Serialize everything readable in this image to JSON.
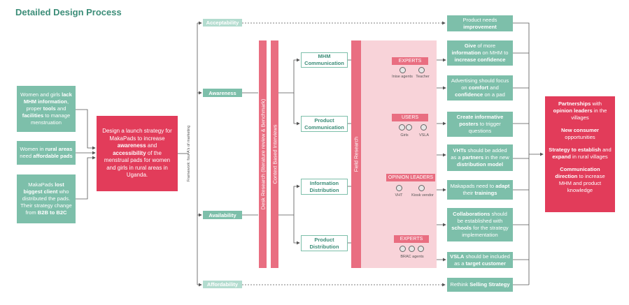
{
  "title": "Detailed Design Process",
  "problems": [
    {
      "parts": [
        {
          "t": "Women and girls ",
          "b": false
        },
        {
          "t": "lack MHM information",
          "b": true
        },
        {
          "t": ", proper ",
          "b": false
        },
        {
          "t": "tools",
          "b": true
        },
        {
          "t": " and ",
          "b": false
        },
        {
          "t": "facilities",
          "b": true
        },
        {
          "t": " to manage menstruation",
          "b": false
        }
      ]
    },
    {
      "parts": [
        {
          "t": "Women in ",
          "b": false
        },
        {
          "t": "rural areas",
          "b": true
        },
        {
          "t": " need ",
          "b": false
        },
        {
          "t": "affordable pads",
          "b": true
        }
      ]
    },
    {
      "parts": [
        {
          "t": "MakaPads ",
          "b": false
        },
        {
          "t": "lost biggest client",
          "b": true
        },
        {
          "t": " who distributed the pads. Their strategy change from ",
          "b": false
        },
        {
          "t": "B2B to B2C",
          "b": true
        }
      ]
    }
  ],
  "goal": {
    "parts": [
      {
        "t": "Design a launch strategy for MakaPads to increase ",
        "b": false
      },
      {
        "t": "awareness",
        "b": true
      },
      {
        "t": " and ",
        "b": false
      },
      {
        "t": "accessibility",
        "b": true
      },
      {
        "t": " of the menstrual pads for women and girls in rural areas in Uganda.",
        "b": false
      }
    ]
  },
  "framework_label": "Framework: four A's of marketing",
  "as": {
    "acceptability": "Acceptability",
    "awareness": "Awareness",
    "availability": "Availability",
    "affordability": "Affordability"
  },
  "bars": {
    "desk": "Desk Research (literature review & Benchmark)",
    "context": "Context Based Interviews",
    "field": "Field Research"
  },
  "topics": {
    "mhm": "MHM Communication",
    "product_comm": "Product Communication",
    "info_dist": "Information Distribution",
    "product_dist": "Product Distribution"
  },
  "participants": [
    {
      "label": "EXPERTS",
      "people": [
        "Inise agents",
        "Teacher"
      ]
    },
    {
      "label": "USERS",
      "people": [
        "Girls",
        "VSLA"
      ]
    },
    {
      "label": "OPINION LEADERS",
      "people": [
        "VHT",
        "Kiosk vendor"
      ]
    },
    {
      "label": "EXPERTS",
      "people": [
        "BRAC agents"
      ]
    }
  ],
  "insights": [
    {
      "parts": [
        {
          "t": "Product needs ",
          "b": false
        },
        {
          "t": "improvement",
          "b": true
        }
      ]
    },
    {
      "parts": [
        {
          "t": "Give",
          "b": true
        },
        {
          "t": " of more ",
          "b": false
        },
        {
          "t": "information",
          "b": true
        },
        {
          "t": " on MHM to ",
          "b": false
        },
        {
          "t": "increase confidence",
          "b": true
        }
      ]
    },
    {
      "parts": [
        {
          "t": "Advertising should focus on ",
          "b": false
        },
        {
          "t": "comfort",
          "b": true
        },
        {
          "t": " and ",
          "b": false
        },
        {
          "t": "confidence",
          "b": true
        },
        {
          "t": " on a pad",
          "b": false
        }
      ]
    },
    {
      "parts": [
        {
          "t": "Create informative posters",
          "b": true
        },
        {
          "t": " to trigger questions",
          "b": false
        }
      ]
    },
    {
      "parts": [
        {
          "t": "VHTs",
          "b": true
        },
        {
          "t": " should be added as a ",
          "b": false
        },
        {
          "t": "partners",
          "b": true
        },
        {
          "t": " in the new ",
          "b": false
        },
        {
          "t": "distribution model",
          "b": true
        }
      ]
    },
    {
      "parts": [
        {
          "t": "Makapads need to ",
          "b": false
        },
        {
          "t": "adapt",
          "b": true
        },
        {
          "t": " their ",
          "b": false
        },
        {
          "t": "trainings",
          "b": true
        }
      ]
    },
    {
      "parts": [
        {
          "t": "Collaborations",
          "b": true
        },
        {
          "t": " should be established with ",
          "b": false
        },
        {
          "t": "schools",
          "b": true
        },
        {
          "t": " for the strategy implementation",
          "b": false
        }
      ]
    },
    {
      "parts": [
        {
          "t": "VSLA",
          "b": true
        },
        {
          "t": " should be included as a ",
          "b": false
        },
        {
          "t": "target customer",
          "b": true
        }
      ]
    },
    {
      "parts": [
        {
          "t": "Rethink ",
          "b": false
        },
        {
          "t": "Selling Strategy",
          "b": true
        }
      ]
    }
  ],
  "recommendations": [
    {
      "parts": [
        {
          "t": "Partnerships",
          "b": true
        },
        {
          "t": " with ",
          "b": false
        },
        {
          "t": "opinion leaders",
          "b": true
        },
        {
          "t": " in the villages",
          "b": false
        }
      ]
    },
    {
      "parts": [
        {
          "t": "New consumer",
          "b": true
        },
        {
          "t": " opportunities",
          "b": false
        }
      ]
    },
    {
      "parts": [
        {
          "t": "Strategy to establish",
          "b": true
        },
        {
          "t": " and ",
          "b": false
        },
        {
          "t": "expand",
          "b": true
        },
        {
          "t": " in rural villages",
          "b": false
        }
      ]
    },
    {
      "parts": [
        {
          "t": "Communication direction",
          "b": true
        },
        {
          "t": " to increase MHM and product knowledge",
          "b": false
        }
      ]
    }
  ],
  "colors": {
    "green": "#7dbfaa",
    "green_dark": "#3c8d78",
    "pink": "#e23c5a",
    "pink_light": "#e96e81",
    "pink_bg": "#f8d3d9"
  }
}
